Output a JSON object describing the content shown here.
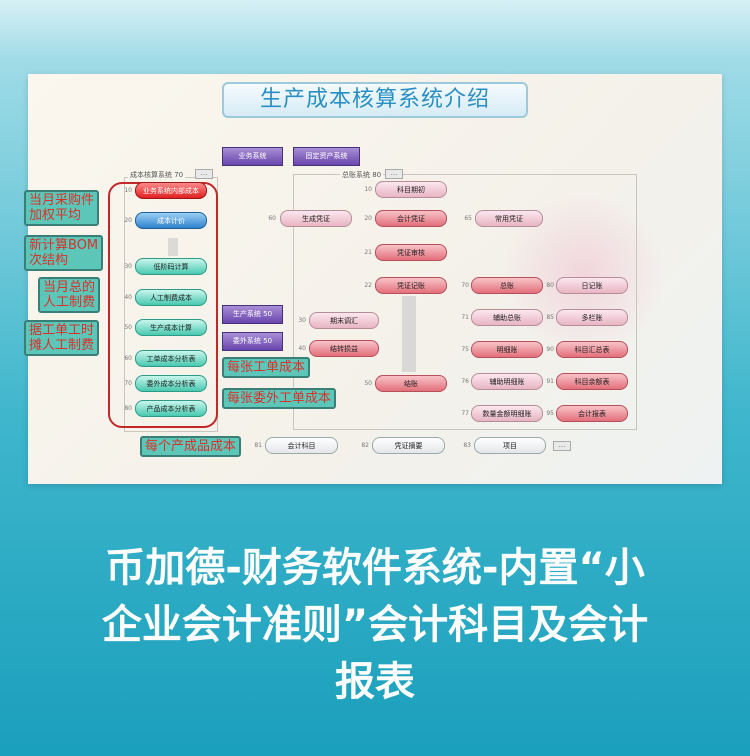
{
  "title": "生产成本核算系统介绍",
  "cost_system": {
    "label": "成本核算系统 70",
    "more": "...",
    "nodes": [
      {
        "n": "10",
        "t": "业务系统内部成本"
      },
      {
        "n": "20",
        "t": "成本计价"
      },
      {
        "n": "30",
        "t": "低阶码计算"
      },
      {
        "n": "40",
        "t": "人工制费成本"
      },
      {
        "n": "50",
        "t": "生产成本计算"
      },
      {
        "n": "60",
        "t": "工单成本分析表"
      },
      {
        "n": "70",
        "t": "委外成本分析表"
      },
      {
        "n": "80",
        "t": "产品成本分析表"
      }
    ]
  },
  "external": {
    "business": "业务系统",
    "assets": "固定资产系统",
    "production": "生产系统 50",
    "outsourcing": "委外系统 50"
  },
  "callouts": {
    "c1a": "当月采购件",
    "c1b": "加权平均",
    "c2a": "新计算BOM",
    "c2b": "次结构",
    "c3a": "当月总的",
    "c3b": "人工制费",
    "c4a": "据工单工时",
    "c4b": "摊人工制费",
    "c5": "每张工单成本",
    "c6": "每张委外工单成本",
    "c7": "每个产成品成本"
  },
  "gl": {
    "label": "总账系统 80",
    "more": "...",
    "nodes": [
      {
        "n": "60",
        "t": "生成凭证"
      },
      {
        "n": "10",
        "t": "科目期初"
      },
      {
        "n": "20",
        "t": "会计凭证"
      },
      {
        "n": "21",
        "t": "凭证审核"
      },
      {
        "n": "22",
        "t": "凭证记账"
      },
      {
        "n": "30",
        "t": "期末调汇"
      },
      {
        "n": "40",
        "t": "结转损益"
      },
      {
        "n": "50",
        "t": "结账"
      },
      {
        "n": "65",
        "t": "常用凭证"
      },
      {
        "n": "70",
        "t": "总账"
      },
      {
        "n": "80",
        "t": "日记账"
      },
      {
        "n": "71",
        "t": "辅助总账"
      },
      {
        "n": "85",
        "t": "多栏账"
      },
      {
        "n": "75",
        "t": "明细账"
      },
      {
        "n": "90",
        "t": "科目汇总表"
      },
      {
        "n": "76",
        "t": "辅助明细账"
      },
      {
        "n": "91",
        "t": "科目余额表"
      },
      {
        "n": "77",
        "t": "数量金额明细账"
      },
      {
        "n": "95",
        "t": "会计报表"
      }
    ]
  },
  "bottom": {
    "nodes": [
      {
        "n": "81",
        "t": "会计科目"
      },
      {
        "n": "82",
        "t": "凭证摘要"
      },
      {
        "n": "83",
        "t": "项目"
      }
    ],
    "more": "..."
  },
  "caption": {
    "l1": "币加德-财务软件系统-内置“小",
    "l2": "企业会计准则”会计科目及会计",
    "l3": "报表"
  }
}
